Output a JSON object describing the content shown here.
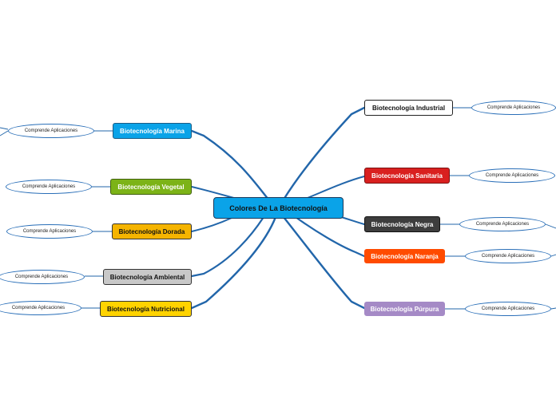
{
  "colors": {
    "link": "#2266aa",
    "leaf_border": "#2a6fb8",
    "central": "#0aa3e8",
    "marina": "#0aa3e8",
    "vegetal": "#7cb317",
    "dorada": "#f5b400",
    "ambiental": "#c8c8c8",
    "nutricional": "#ffd300",
    "industrial": "#ffffff",
    "sanitaria": "#d9201f",
    "negra": "#3d3d3d",
    "naranja": "#ff4b00",
    "purpura": "#a58ac6"
  },
  "central": {
    "label": "Colores De La Biotecnología"
  },
  "left": [
    {
      "label": "Biotecnología Marina",
      "leaf": "Comprende Aplicaciones"
    },
    {
      "label": "Biotecnología Vegetal",
      "leaf": "Comprende Aplicaciones"
    },
    {
      "label": "Biotecnología Dorada",
      "leaf": "Comprende Aplicaciones"
    },
    {
      "label": "Biotecnología Ambiental",
      "leaf": "Comprende Aplicaciones"
    },
    {
      "label": "Biotecnología Nutricional",
      "leaf": "Comprende Aplicaciones"
    }
  ],
  "right": [
    {
      "label": "Biotecnología Industrial",
      "leaf": "Comprende Aplicaciones"
    },
    {
      "label": "Biotecnología Sanitaria",
      "leaf": "Comprende Aplicaciones"
    },
    {
      "label": "Biotecnología Negra",
      "leaf": "Comprende Aplicaciones"
    },
    {
      "label": "Biotecnología Naranja",
      "leaf": "Comprende Aplicaciones"
    },
    {
      "label": "Biotecnología Púrpura",
      "leaf": "Comprende Aplicaciones"
    }
  ]
}
